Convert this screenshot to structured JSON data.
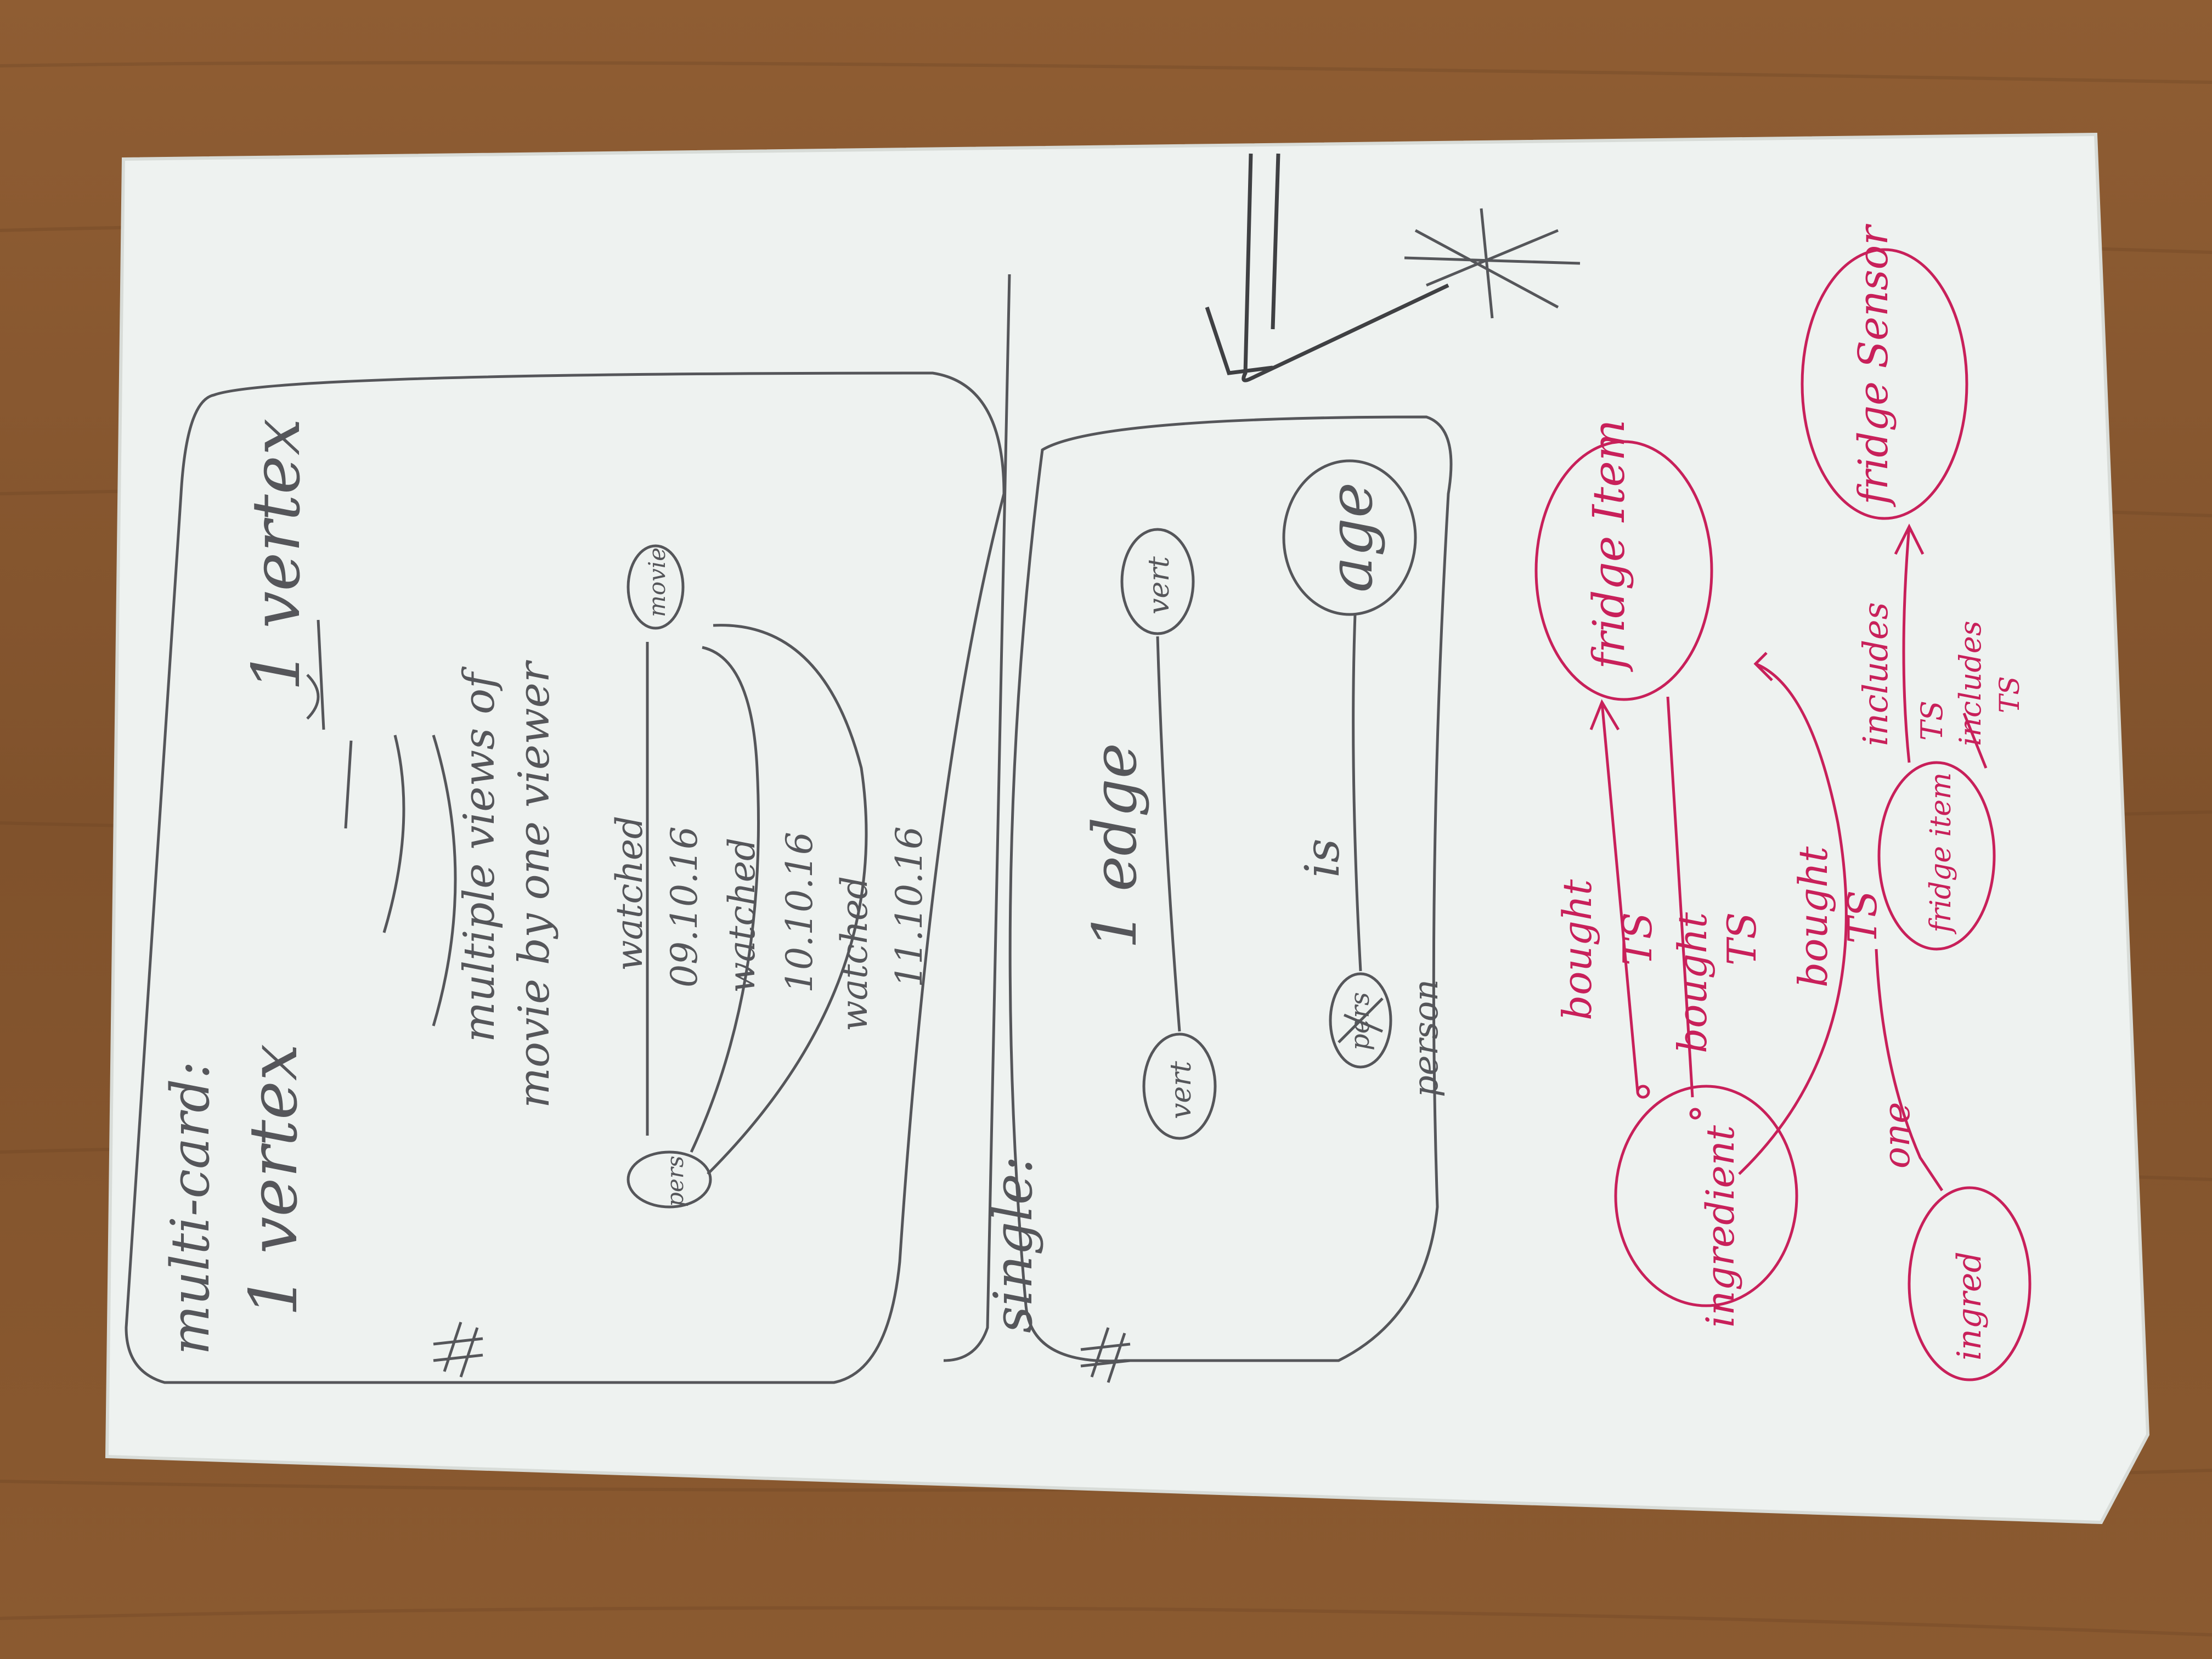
{
  "colors": {
    "table_wood": "#8a5a31",
    "table_wood_dark": "#6e4424",
    "paper": "#eef2f0",
    "pencil": "#55565a",
    "pink_ink": "#c8205a"
  },
  "multi_section": {
    "heading": "multi-card:",
    "vertex_left": "1 vertex",
    "vertex_right": "1 vertex",
    "note_line1": "multiple views of",
    "note_line2": "movie by one viewer",
    "node_person": "pers",
    "node_movie": "movie",
    "edges": [
      {
        "label": "watched",
        "date": "09.10.16"
      },
      {
        "label": "watched",
        "date": "10.10.16"
      },
      {
        "label": "watched",
        "date": "11.10.16"
      }
    ]
  },
  "single_section": {
    "heading": "single:",
    "edge_label": "1 edge",
    "node_vert_a": "vert",
    "node_vert_b": "vert",
    "node_person": "pers",
    "node_person_note": "person",
    "edge_is": "is",
    "node_age": "age"
  },
  "pink_graph": {
    "node_ingredient": "ingredient",
    "node_ingredient_small": "ingred",
    "node_fridge_item": "fridge Item",
    "node_fridge_item_small": "fridge item",
    "node_fridge_sensor": "fridge Sensor",
    "edge_bought_1": "bought",
    "edge_bought_1_ts": "TS",
    "edge_bought_2": "bought",
    "edge_bought_2_ts": "TS",
    "edge_bought_3": "bought",
    "edge_bought_3_ts": "TS",
    "edge_one": "one",
    "edge_includes": "includes",
    "edge_includes_ts": "TS",
    "edge_includes_2": "includes",
    "edge_includes_2_ts": "TS"
  }
}
